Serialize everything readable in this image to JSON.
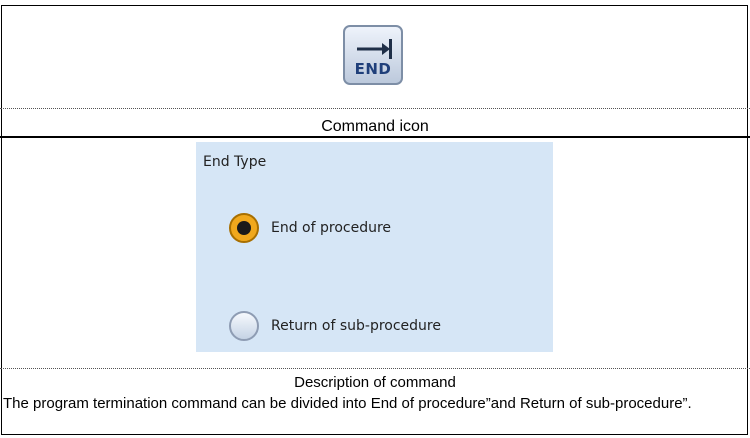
{
  "icon": {
    "name": "end-icon",
    "text": "END"
  },
  "caption": "Command icon",
  "dialog": {
    "title": "End Type",
    "options": [
      {
        "label": "End of procedure",
        "selected": true
      },
      {
        "label": "Return of sub-procedure",
        "selected": false
      }
    ]
  },
  "description": {
    "title": "Description of command",
    "text": "The program termination command can be divided into  End of procedure”and  Return of sub-procedure”."
  }
}
